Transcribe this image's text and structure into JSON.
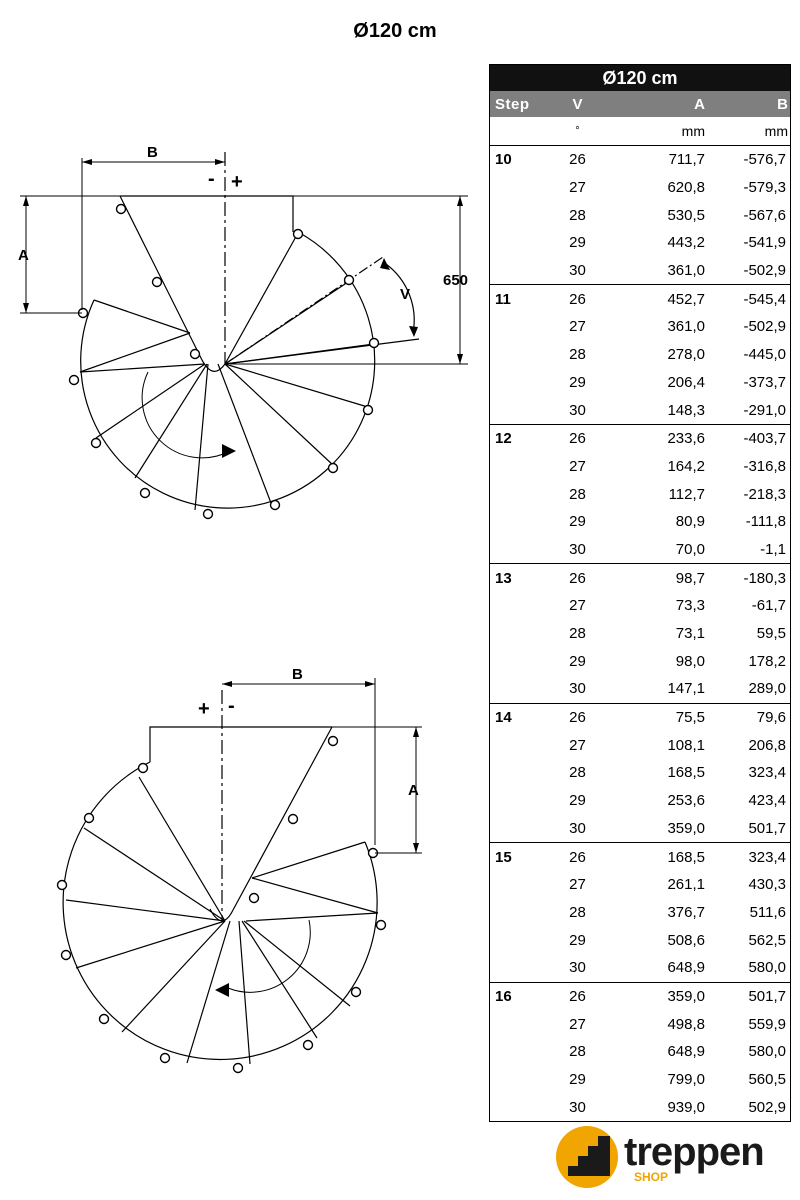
{
  "page": {
    "title": "Ø120 cm"
  },
  "diagram": {
    "top": {
      "label_b": "B",
      "label_a": "A",
      "label_v": "V",
      "label_650": "650",
      "sign_minus": "-",
      "sign_plus": "+"
    },
    "bottom": {
      "label_b": "B",
      "label_a": "A",
      "sign_plus": "+",
      "sign_minus": "-"
    }
  },
  "table": {
    "title": "Ø120 cm",
    "headers": {
      "step": "Step",
      "v": "V",
      "a": "A",
      "b": "B"
    },
    "units": {
      "step": "",
      "v": "°",
      "a": "mm",
      "b": "mm"
    },
    "groups": [
      {
        "step": "10",
        "rows": [
          {
            "v": "26",
            "a": "711,7",
            "b": "-576,7"
          },
          {
            "v": "27",
            "a": "620,8",
            "b": "-579,3"
          },
          {
            "v": "28",
            "a": "530,5",
            "b": "-567,6"
          },
          {
            "v": "29",
            "a": "443,2",
            "b": "-541,9"
          },
          {
            "v": "30",
            "a": "361,0",
            "b": "-502,9"
          }
        ]
      },
      {
        "step": "11",
        "rows": [
          {
            "v": "26",
            "a": "452,7",
            "b": "-545,4"
          },
          {
            "v": "27",
            "a": "361,0",
            "b": "-502,9"
          },
          {
            "v": "28",
            "a": "278,0",
            "b": "-445,0"
          },
          {
            "v": "29",
            "a": "206,4",
            "b": "-373,7"
          },
          {
            "v": "30",
            "a": "148,3",
            "b": "-291,0"
          }
        ]
      },
      {
        "step": "12",
        "rows": [
          {
            "v": "26",
            "a": "233,6",
            "b": "-403,7"
          },
          {
            "v": "27",
            "a": "164,2",
            "b": "-316,8"
          },
          {
            "v": "28",
            "a": "112,7",
            "b": "-218,3"
          },
          {
            "v": "29",
            "a": "80,9",
            "b": "-111,8"
          },
          {
            "v": "30",
            "a": "70,0",
            "b": "-1,1"
          }
        ]
      },
      {
        "step": "13",
        "rows": [
          {
            "v": "26",
            "a": "98,7",
            "b": "-180,3"
          },
          {
            "v": "27",
            "a": "73,3",
            "b": "-61,7"
          },
          {
            "v": "28",
            "a": "73,1",
            "b": "59,5"
          },
          {
            "v": "29",
            "a": "98,0",
            "b": "178,2"
          },
          {
            "v": "30",
            "a": "147,1",
            "b": "289,0"
          }
        ]
      },
      {
        "step": "14",
        "rows": [
          {
            "v": "26",
            "a": "75,5",
            "b": "79,6"
          },
          {
            "v": "27",
            "a": "108,1",
            "b": "206,8"
          },
          {
            "v": "28",
            "a": "168,5",
            "b": "323,4"
          },
          {
            "v": "29",
            "a": "253,6",
            "b": "423,4"
          },
          {
            "v": "30",
            "a": "359,0",
            "b": "501,7"
          }
        ]
      },
      {
        "step": "15",
        "rows": [
          {
            "v": "26",
            "a": "168,5",
            "b": "323,4"
          },
          {
            "v": "27",
            "a": "261,1",
            "b": "430,3"
          },
          {
            "v": "28",
            "a": "376,7",
            "b": "511,6"
          },
          {
            "v": "29",
            "a": "508,6",
            "b": "562,5"
          },
          {
            "v": "30",
            "a": "648,9",
            "b": "580,0"
          }
        ]
      },
      {
        "step": "16",
        "rows": [
          {
            "v": "26",
            "a": "359,0",
            "b": "501,7"
          },
          {
            "v": "27",
            "a": "498,8",
            "b": "559,9"
          },
          {
            "v": "28",
            "a": "648,9",
            "b": "580,0"
          },
          {
            "v": "29",
            "a": "799,0",
            "b": "560,5"
          },
          {
            "v": "30",
            "a": "939,0",
            "b": "502,9"
          }
        ]
      }
    ]
  },
  "logo": {
    "main": "treppen",
    "sub": "SHOP",
    "primary_color": "#1a1a1a",
    "accent_color": "#f0a500"
  }
}
